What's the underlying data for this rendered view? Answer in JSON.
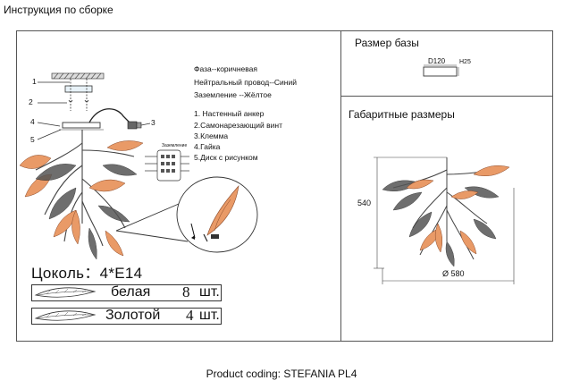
{
  "header": {
    "title": "Инструкция по сборке"
  },
  "wiring": {
    "phase": "Фаза--коричневая",
    "neutral": "Нейтральный провод--Синий",
    "ground": "Заземление --Жёлтое"
  },
  "parts": [
    "1. Настенный анкер",
    "2.Самонарезающий винт",
    "3.Клемма",
    "4.Гайка",
    "5.Диск с рисунком"
  ],
  "callouts": [
    "1",
    "2",
    "3",
    "4",
    "5"
  ],
  "terminal_label": "Заземление",
  "base_size": {
    "title": "Размер базы",
    "diameter": "D120",
    "height": "H25"
  },
  "overall": {
    "title": "Габаритные размеры",
    "height": "540",
    "diameter": "Ø 580"
  },
  "socket": {
    "label": "Цоколь：4*E14"
  },
  "counts": [
    {
      "name": "белая",
      "qty": "8",
      "unit": "шт."
    },
    {
      "name": "Золотой",
      "qty": "4",
      "unit": "шт."
    }
  ],
  "footer": {
    "product": "Product coding: STEFANIA PL4"
  },
  "colors": {
    "leaf_orange": "#e99a67",
    "leaf_dark": "#3a3a3a",
    "line": "#555555"
  }
}
